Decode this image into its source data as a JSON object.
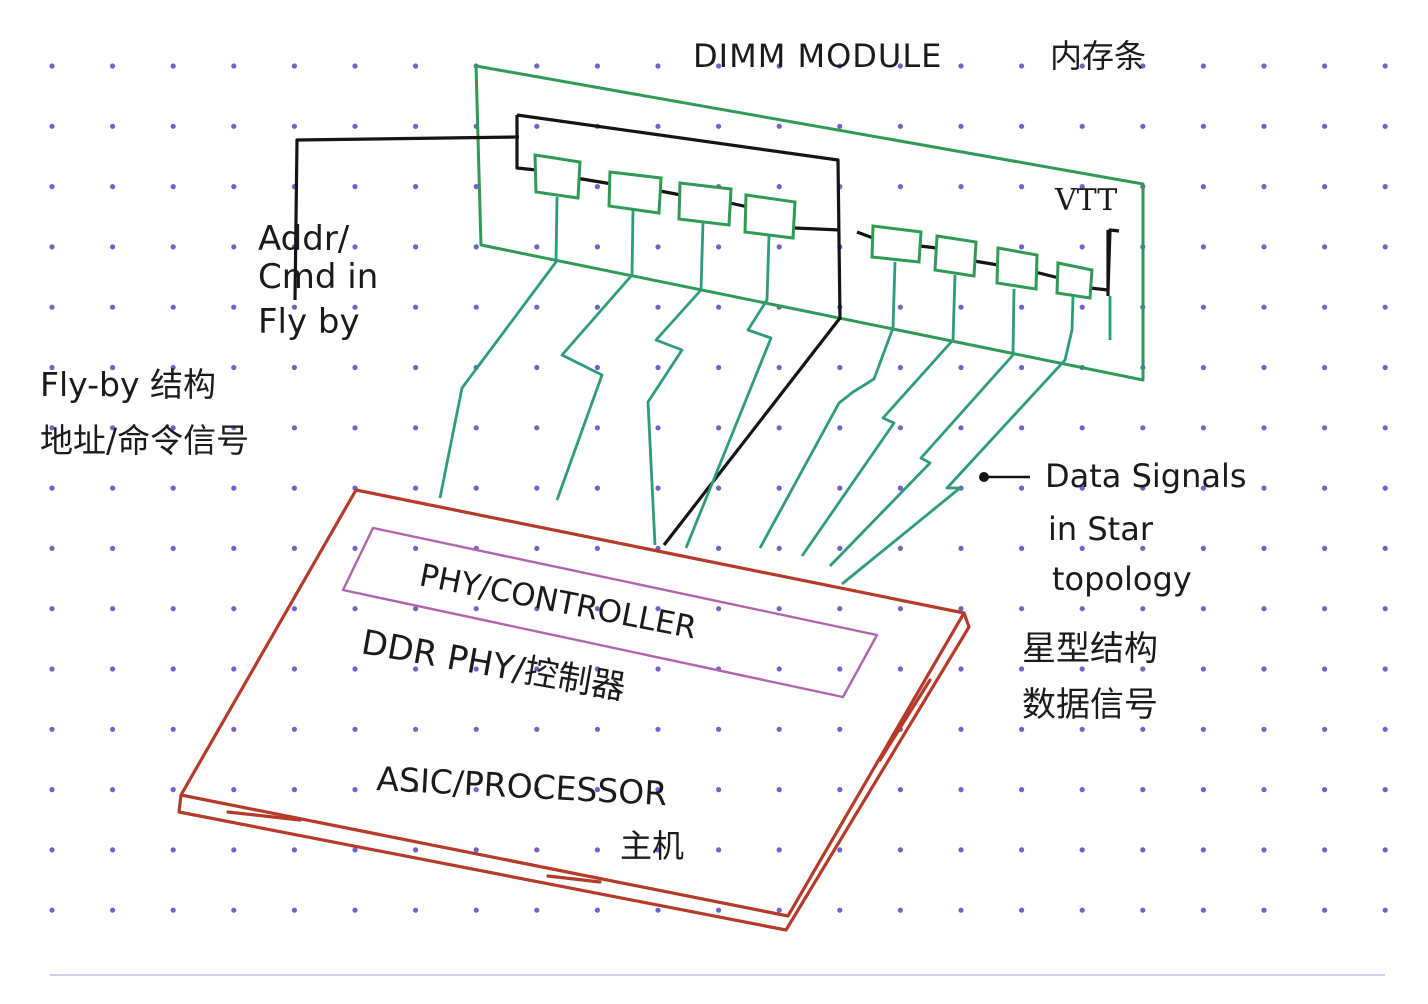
{
  "colors": {
    "paper_dots": "#6d63c9",
    "dimm_outline": "#2e9a54",
    "trace": "#2e9b7d",
    "addr_bus": "#141414",
    "asic_outline": "#b53a2a",
    "phy_box": "#b064ac",
    "ink": "#1a1a1a"
  },
  "labels": {
    "dimm_module": "DIMM MODULE",
    "dimm_module_cn": "内存条",
    "vtt": "VTT",
    "addr_cmd_line1": "Addr/",
    "addr_cmd_line2": "Cmd in",
    "addr_cmd_line3": "Fly by",
    "flyby_cn_line1": "Fly-by 结构",
    "flyby_cn_line2": "地址/命令信号",
    "data_line1": "Data Signals",
    "data_line2": "in Star",
    "data_line3": "topology",
    "star_cn_line1": "星型结构",
    "star_cn_line2": "数据信号",
    "phy_controller": "PHY/CONTROLLER",
    "ddr_phy": "DDR PHY/控制器",
    "asic_processor": "ASIC/PROCESSOR",
    "host_cn": "主机"
  },
  "icons": {
    "dimm_chip": "memory-chip-icon",
    "annotation_pointer": "arrow-pointer-icon"
  }
}
